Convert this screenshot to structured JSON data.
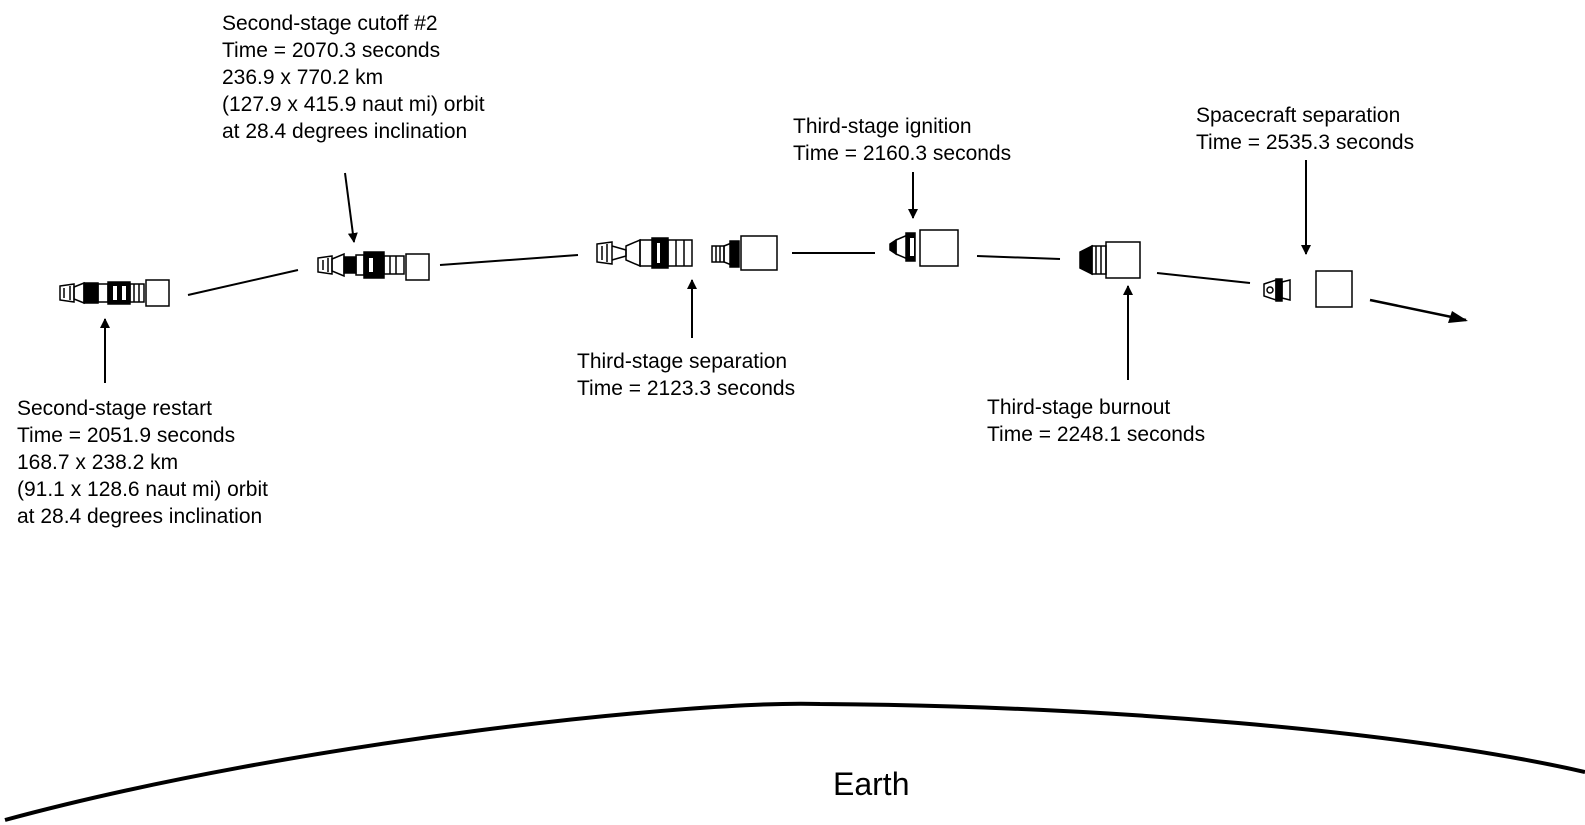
{
  "events": {
    "second_stage_restart": {
      "lines": [
        "Second-stage restart",
        "Time = 2051.9 seconds",
        "168.7 x 238.2 km",
        "(91.1 x 128.6 naut mi) orbit",
        "at 28.4 degrees inclination"
      ]
    },
    "second_stage_cutoff_2": {
      "lines": [
        "Second-stage cutoff #2",
        "Time = 2070.3 seconds",
        "236.9 x 770.2 km",
        "(127.9 x 415.9 naut mi) orbit",
        "at 28.4 degrees inclination"
      ]
    },
    "third_stage_separation": {
      "lines": [
        "Third-stage separation",
        "Time = 2123.3 seconds"
      ]
    },
    "third_stage_ignition": {
      "lines": [
        "Third-stage ignition",
        "Time = 2160.3 seconds"
      ]
    },
    "third_stage_burnout": {
      "lines": [
        "Third-stage burnout",
        "Time = 2248.1 seconds"
      ]
    },
    "spacecraft_separation": {
      "lines": [
        "Spacecraft separation",
        "Time = 2535.3 seconds"
      ]
    }
  },
  "earth_label": "Earth",
  "colors": {
    "ink": "#000000",
    "background": "#ffffff"
  }
}
